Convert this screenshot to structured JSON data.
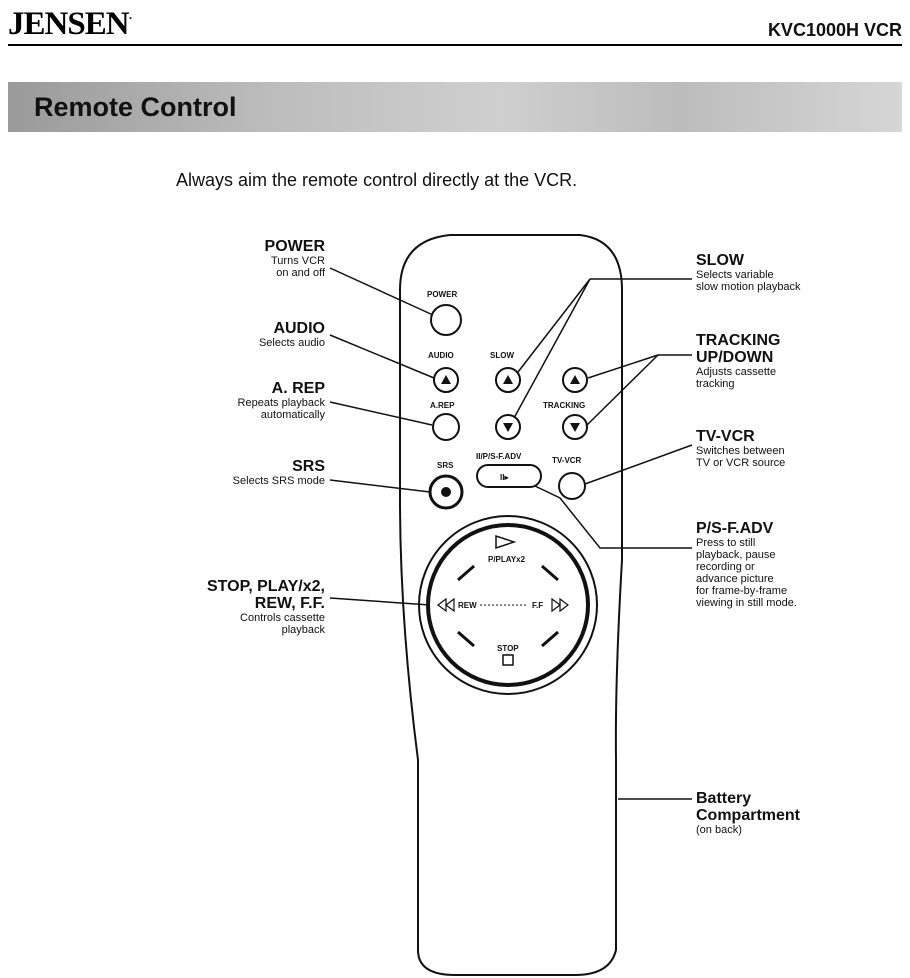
{
  "header": {
    "brand": "JENSEN",
    "brand_mark": "·",
    "model": "KVC1000H VCR"
  },
  "section": {
    "title": "Remote Control"
  },
  "intro": "Always aim the remote control directly at the VCR.",
  "remote_keys": {
    "power": "POWER",
    "audio": "AUDIO",
    "slow": "SLOW",
    "arep": "A.REP",
    "tracking": "TRACKING",
    "srs": "SRS",
    "psfadv": "II/P/S-F.ADV",
    "psfadv_icon": "II▸",
    "tvvcr": "TV-VCR",
    "play": "P/PLAYx2",
    "rew": "REW",
    "ff": "F.F",
    "stop": "STOP"
  },
  "callouts": {
    "power": {
      "title": "POWER",
      "lines": [
        "Turns VCR",
        "on and off"
      ]
    },
    "audio": {
      "title": "AUDIO",
      "lines": [
        "Selects audio"
      ]
    },
    "arep": {
      "title": "A. REP",
      "lines": [
        "Repeats playback",
        "automatically"
      ]
    },
    "srs": {
      "title": "SRS",
      "lines": [
        "Selects SRS mode"
      ]
    },
    "stop_play": {
      "title_lines": [
        "STOP, PLAY/x2,",
        "REW, F.F."
      ],
      "lines": [
        "Controls cassette",
        "playback"
      ]
    },
    "slow": {
      "title": "SLOW",
      "lines": [
        "Selects variable",
        "slow motion playback"
      ]
    },
    "tracking": {
      "title_lines": [
        "TRACKING",
        "UP/DOWN"
      ],
      "lines": [
        "Adjusts cassette",
        "tracking"
      ]
    },
    "tvvcr": {
      "title": "TV-VCR",
      "lines": [
        "Switches between",
        "TV or VCR source"
      ]
    },
    "psfadv": {
      "title": "P/S-F.ADV",
      "lines": [
        "Press to still",
        "playback, pause",
        "recording or",
        "advance picture",
        "for frame-by-frame",
        "viewing in still mode."
      ]
    },
    "battery": {
      "title_lines": [
        "Battery",
        "Compartment"
      ],
      "lines": [
        "(on back)"
      ]
    }
  },
  "colors": {
    "ink": "#111111",
    "banner": "#bdbdbd"
  }
}
